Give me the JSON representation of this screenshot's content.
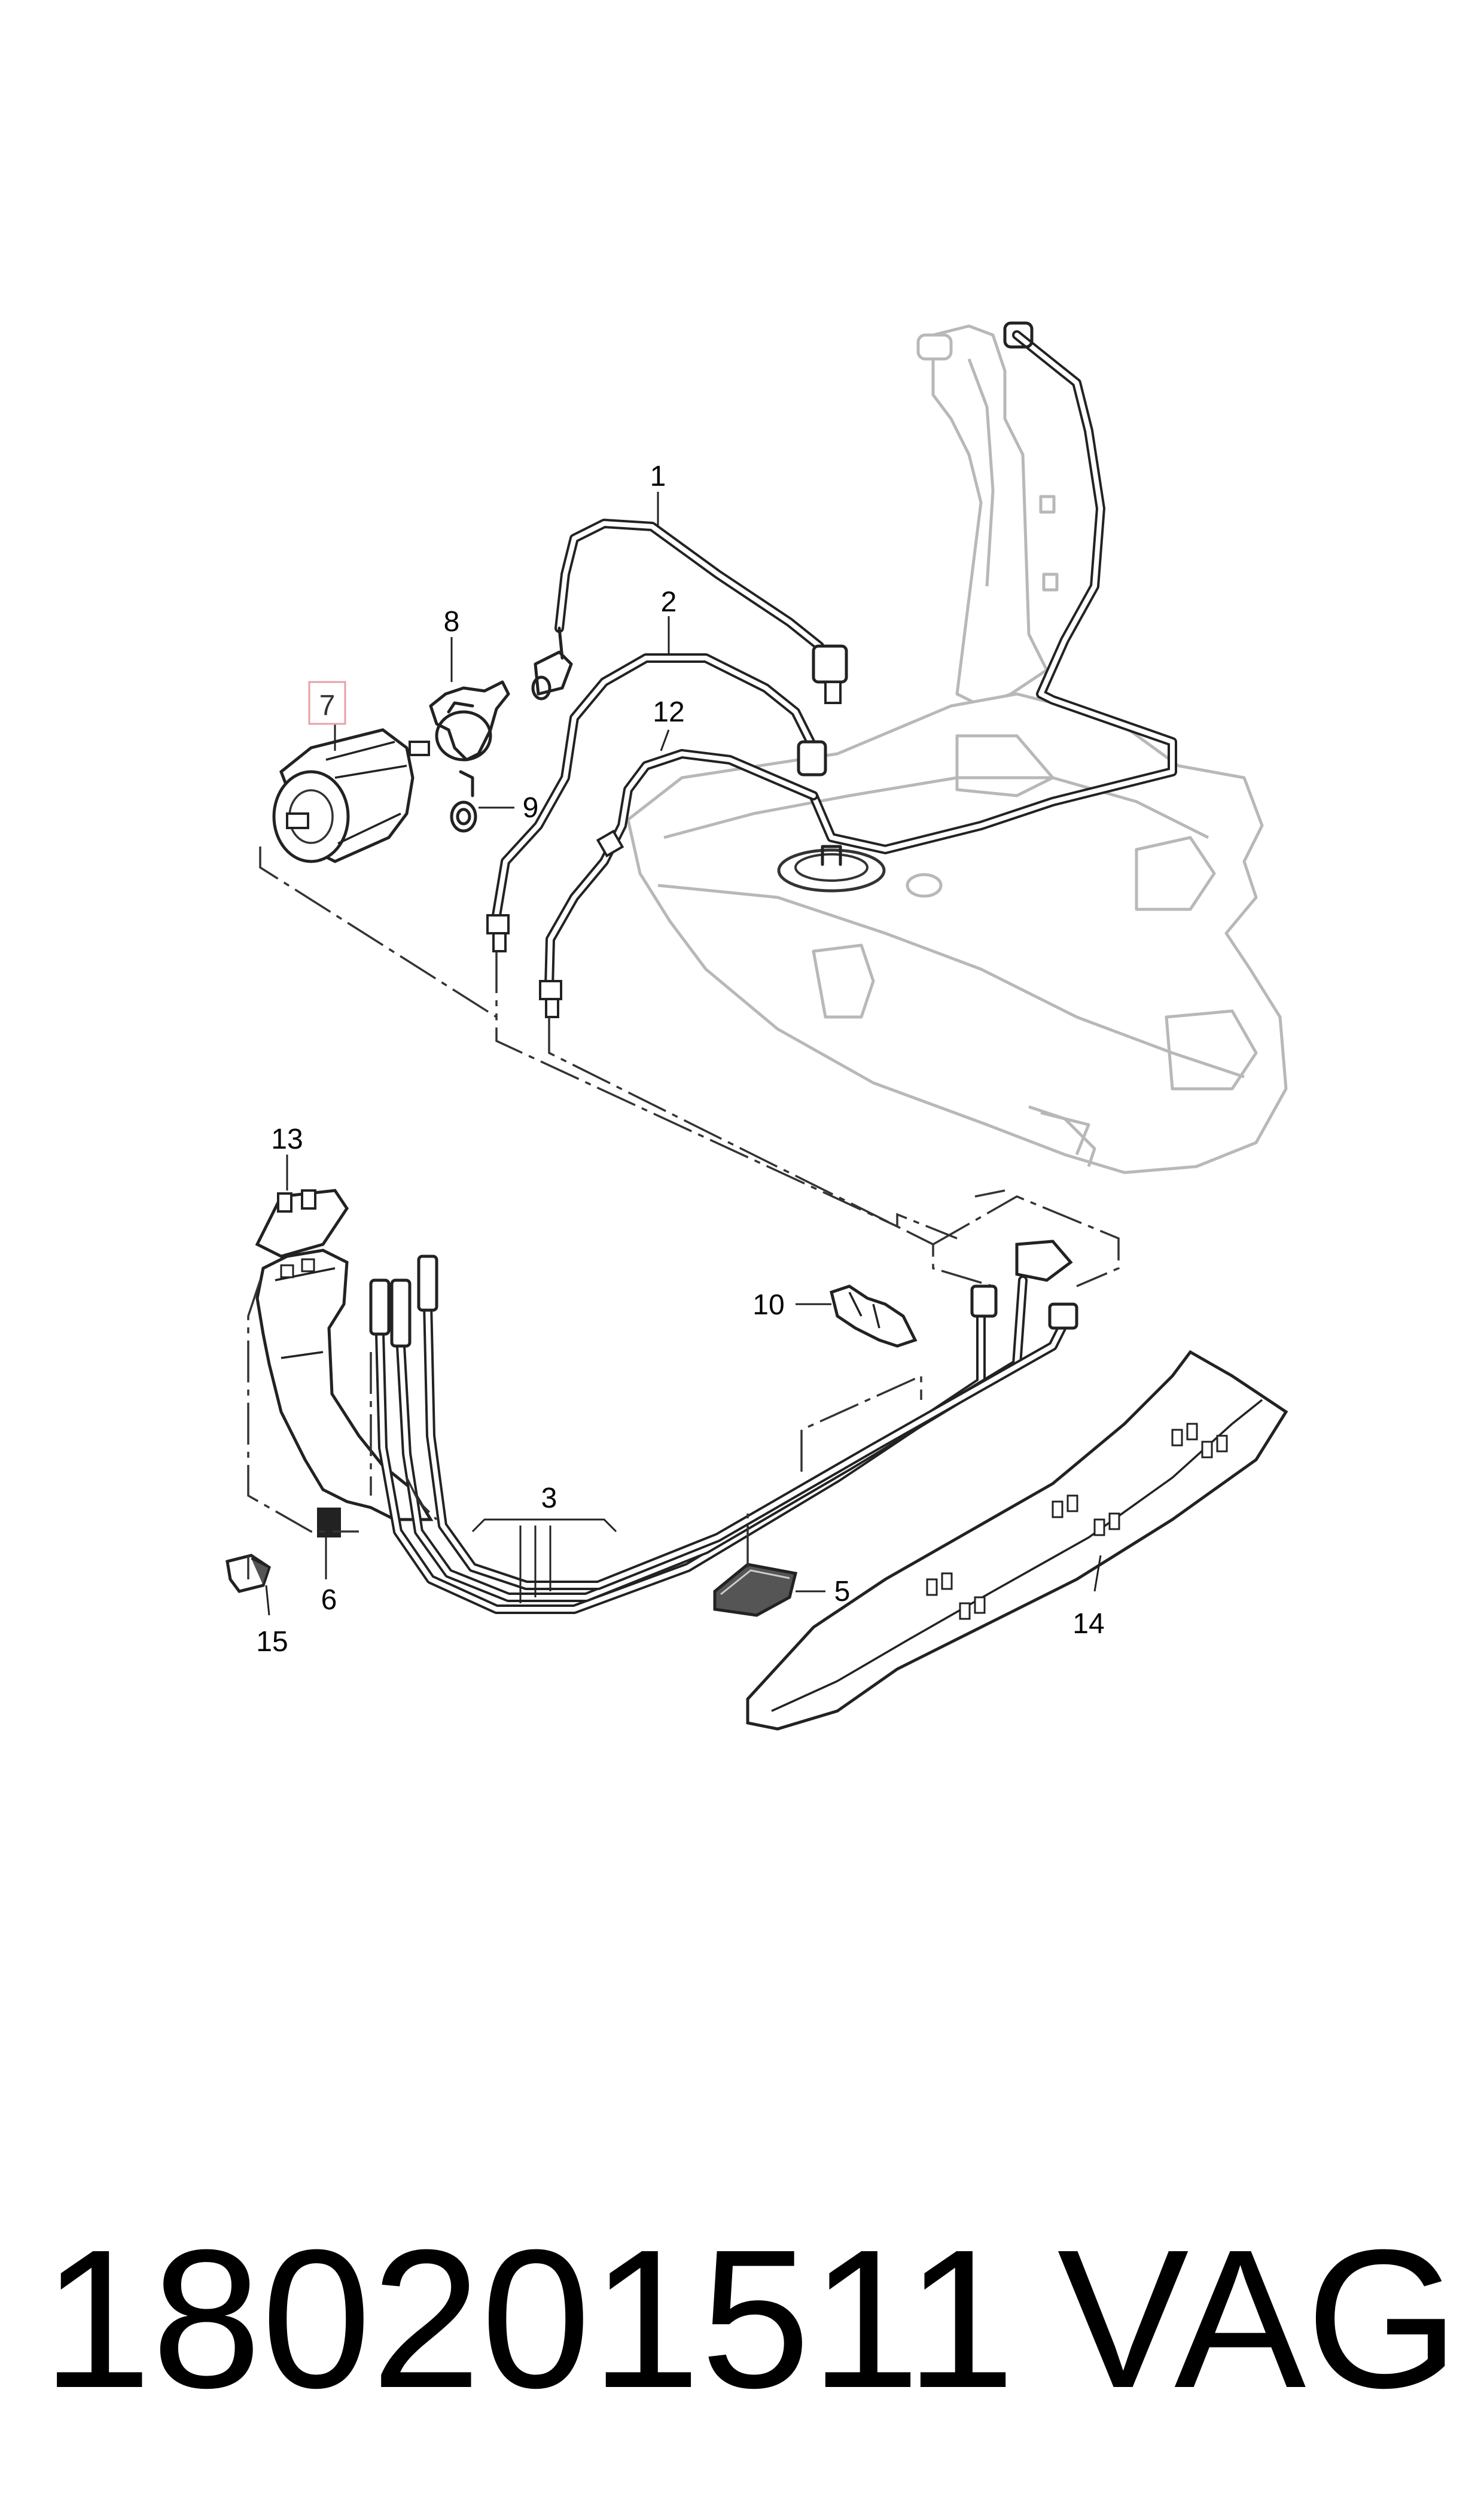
{
  "diagram": {
    "callouts": [
      {
        "id": "c1",
        "label": "1"
      },
      {
        "id": "c2",
        "label": "2"
      },
      {
        "id": "c3",
        "label": "3"
      },
      {
        "id": "c5",
        "label": "5"
      },
      {
        "id": "c6",
        "label": "6"
      },
      {
        "id": "c7",
        "label": "7",
        "highlighted": true
      },
      {
        "id": "c8",
        "label": "8"
      },
      {
        "id": "c9",
        "label": "9"
      },
      {
        "id": "c10",
        "label": "10"
      },
      {
        "id": "c12",
        "label": "12"
      },
      {
        "id": "c13",
        "label": "13"
      },
      {
        "id": "c14",
        "label": "14"
      },
      {
        "id": "c15",
        "label": "15"
      }
    ],
    "highlight_color": "#e8a0a6"
  },
  "footer": {
    "part_number": "180201511",
    "brand": "VAG"
  }
}
